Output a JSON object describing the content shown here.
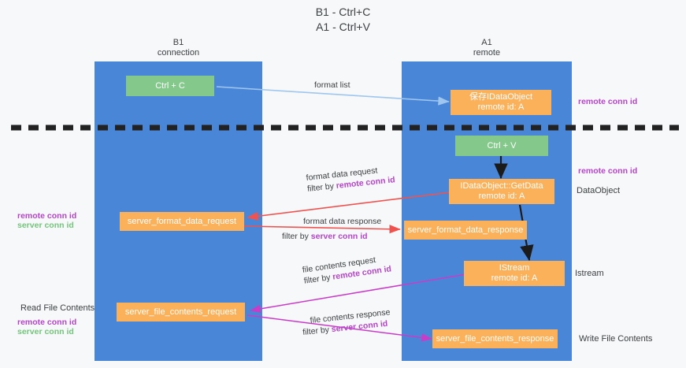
{
  "title": {
    "line1": "B1 - Ctrl+C",
    "line2": "A1 - Ctrl+V"
  },
  "columns": {
    "left": {
      "name": "B1",
      "role": "connection"
    },
    "right": {
      "name": "A1",
      "role": "remote"
    }
  },
  "colors": {
    "lane": "#4a86d8",
    "green_box": "#84c98b",
    "orange_box": "#fbb05a",
    "purple_text": "#b445c8",
    "green_text": "#74c47c",
    "arrow_blue": "#9fc6ef",
    "arrow_red": "#ef5350",
    "arrow_magenta": "#c83cc8",
    "arrow_black": "#1b1b1b",
    "divider": "#222222",
    "page_bg": "#f7f8f9"
  },
  "nodes": {
    "ctrl_c": "Ctrl + C",
    "save_idataobject_l1": "保存IDataObject",
    "save_idataobject_l2": "remote id: A",
    "ctrl_v": "Ctrl + V",
    "getdata_l1": "IDataObject::GetData",
    "getdata_l2": "remote id: A",
    "server_format_data_request": "server_format_data_request",
    "server_format_data_response": "server_format_data_response",
    "istream_l1": "IStream",
    "istream_l2": "remote id: A",
    "server_file_contents_request": "server_file_contents_request",
    "server_file_contents_response": "server_file_contents_response"
  },
  "edges": {
    "format_list": "format list",
    "format_data_request": "format data request",
    "format_data_response": "format data response",
    "file_contents_request": "file contents request",
    "file_contents_response": "file contents response",
    "filter_by": "filter by",
    "remote_conn_id": "remote conn id",
    "server_conn_id": "server conn id"
  },
  "annotations": {
    "right_remote_conn_id_top": "remote conn id",
    "right_remote_conn_id_mid": "remote conn id",
    "dataobject": "DataObject",
    "istream": "Istream",
    "write_file_contents": "Write File Contents",
    "read_file_contents": "Read File Contents",
    "left_remote_conn_id": "remote conn id",
    "left_server_conn_id": "server conn id",
    "left_remote_conn_id_2": "remote conn id",
    "left_server_conn_id_2": "server conn id"
  }
}
